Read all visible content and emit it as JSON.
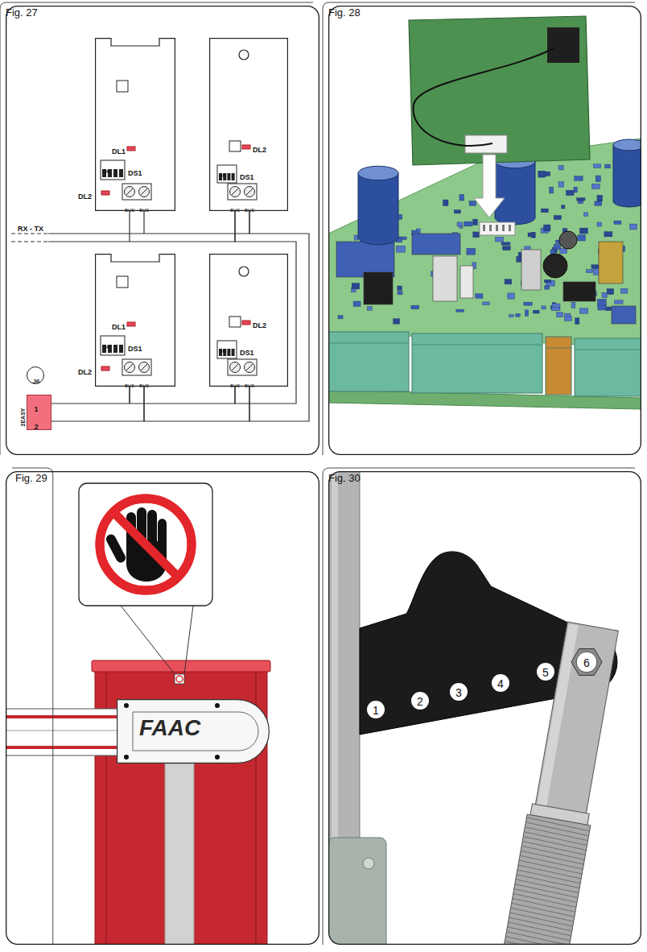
{
  "diagram": {
    "nodes": [
      {
        "text": [
          "Fig. 27"
        ]
      },
      {
        "text": [
          "DL1",
          "ON",
          "DS1",
          "DL2",
          "BUS",
          "BUS"
        ],
        "in": 0
      },
      {
        "text": [
          "DL2",
          "ON",
          "DS1",
          "BUS",
          "BUS"
        ],
        "in": 0
      },
      {
        "text": [
          "DL1",
          "ON",
          "DS1",
          "DL2",
          "BUS",
          "BUS"
        ],
        "in": 0
      },
      {
        "text": [
          "DL2",
          "ON",
          "DS1",
          "BUS",
          "BUS"
        ],
        "in": 0
      },
      {
        "text": [
          "J6"
        ],
        "in": 0
      },
      {
        "text": [
          "2EASY",
          "1",
          "2"
        ],
        "in": 0
      },
      {
        "text": [
          "Fig. 28"
        ]
      },
      {
        "text": [
          "Fig. 29"
        ]
      },
      {
        "text": [
          "FAAC"
        ],
        "in": 8
      },
      {
        "text": [
          "Fig. 30"
        ]
      },
      {
        "text": [
          "1"
        ],
        "in": 10
      },
      {
        "text": [
          "2"
        ],
        "in": 10
      },
      {
        "text": [
          "3"
        ],
        "in": 10
      },
      {
        "text": [
          "4"
        ],
        "in": 10
      },
      {
        "text": [
          "5"
        ],
        "in": 10
      },
      {
        "text": [
          "6"
        ],
        "in": 10
      }
    ],
    "edges": [
      {
        "from": 6,
        "to": 3,
        "arrow": "none"
      },
      {
        "from": 3,
        "to": 4,
        "arrow": "none"
      },
      {
        "from": 4,
        "to": 2,
        "arrow": "none"
      },
      {
        "from": 2,
        "to": 1,
        "arrow": "none"
      }
    ],
    "labels": [
      "RX - TX"
    ]
  }
}
